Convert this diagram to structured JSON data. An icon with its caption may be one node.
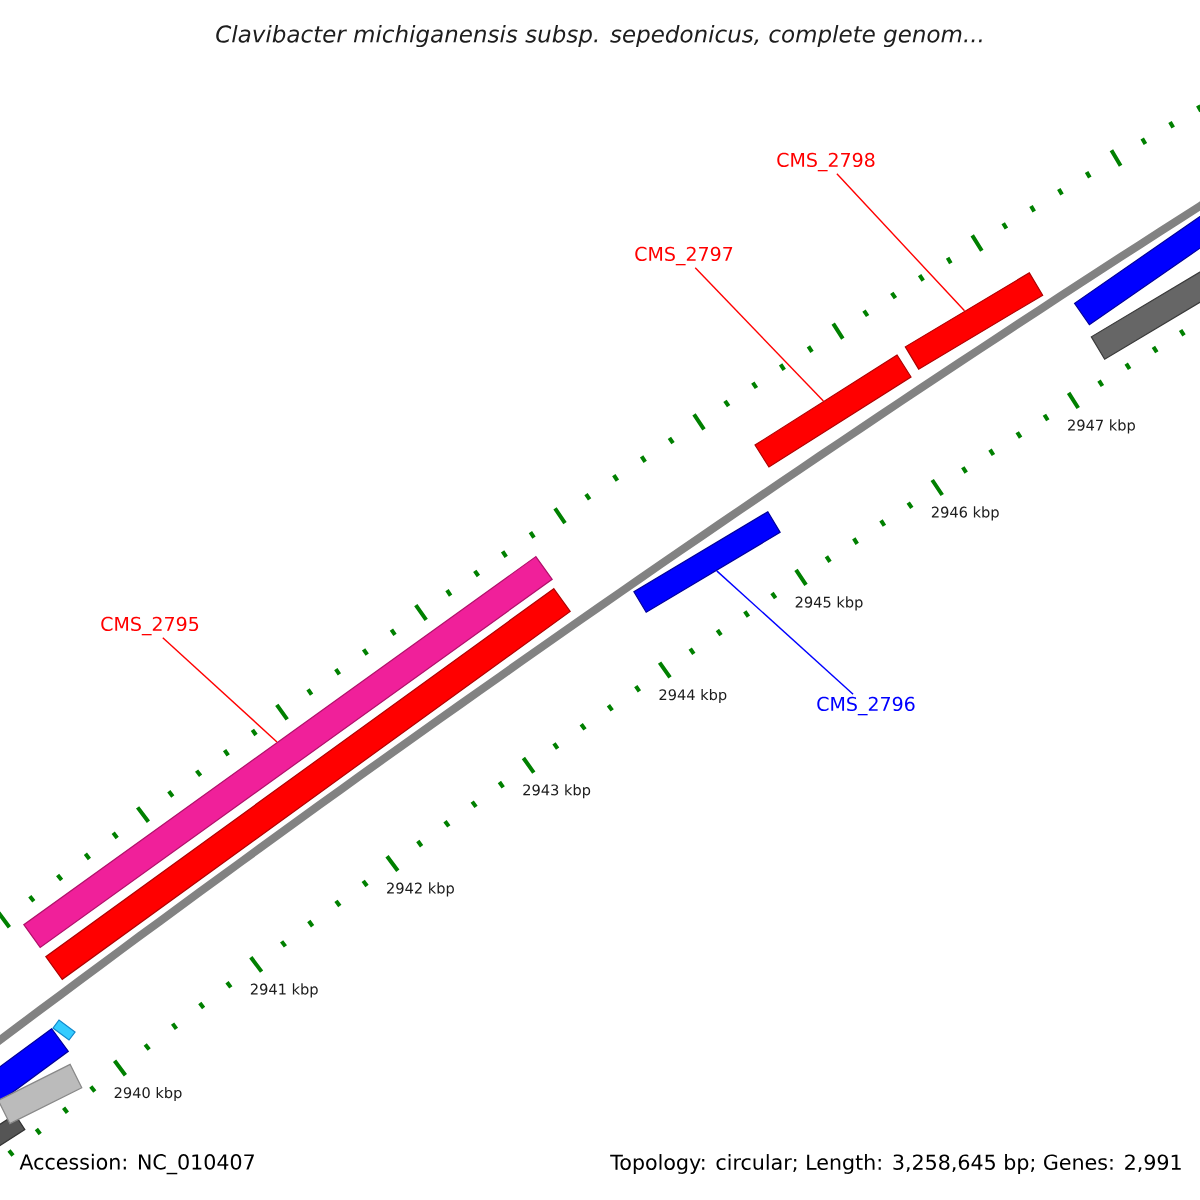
{
  "diagram": {
    "title": "Clavibacter michiganensis subsp. sepedonicus, complete genom...",
    "nodes": [
      {
        "text": [
          "CMS_2798"
        ]
      },
      {
        "text": [
          "CMS_2797"
        ]
      },
      {
        "text": [
          "CMS_2795"
        ]
      },
      {
        "text": [
          "CMS_2796"
        ]
      },
      {
        "text": [],
        "shape": "bar"
      },
      {
        "text": [],
        "shape": "bar"
      },
      {
        "text": [],
        "shape": "bar"
      },
      {
        "text": [],
        "shape": "bar"
      },
      {
        "text": [],
        "shape": "bar"
      },
      {
        "text": [],
        "shape": "bar"
      },
      {
        "text": [],
        "shape": "bar"
      },
      {
        "text": [],
        "shape": "bar"
      },
      {
        "text": [],
        "shape": "bar"
      },
      {
        "text": [],
        "shape": "bar"
      },
      {
        "text": [],
        "shape": "bar"
      }
    ],
    "edges": [
      {
        "from": 0,
        "to": 12,
        "arrow": "none"
      },
      {
        "from": 1,
        "to": 11,
        "arrow": "none"
      },
      {
        "from": 2,
        "to": 7,
        "arrow": "none"
      },
      {
        "from": 3,
        "to": 10,
        "arrow": "none",
        "color": "#0000ff"
      }
    ],
    "labels": [
      "2947 kbp",
      "2946 kbp",
      "2945 kbp",
      "2944 kbp",
      "2943 kbp",
      "2942 kbp",
      "2941 kbp",
      "2940 kbp",
      "Accession: NC_010407",
      "Topology: circular; Length: 3,258,645 bp; Genes: 2,991"
    ]
  }
}
